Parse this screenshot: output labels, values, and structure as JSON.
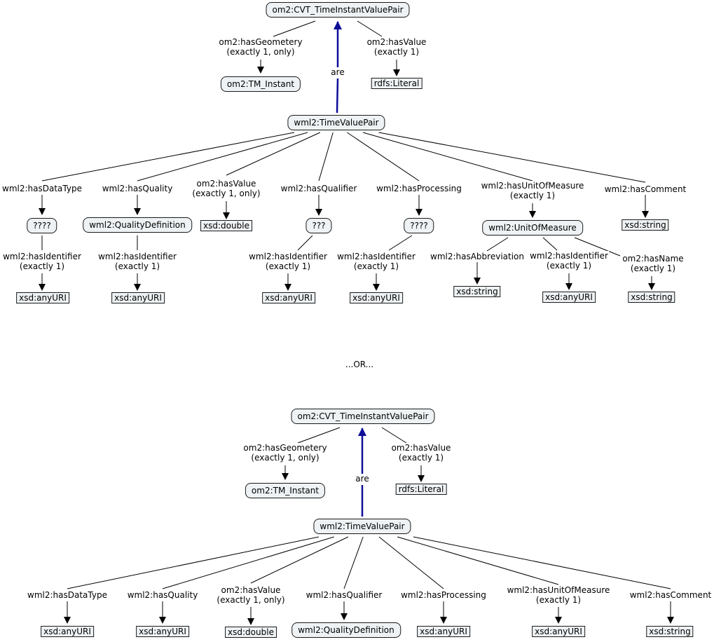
{
  "nodes": {
    "a_cvt": "om2:CVT_TimeInstantValuePair",
    "a_has_geometry": "om2:hasGeometery\n(exactly 1, only)",
    "a_has_value_top": "om2:hasValue\n(exactly 1)",
    "a_tm_instant": "om2:TM_Instant",
    "a_rdfs_literal": "rdfs:Literal",
    "a_are": "are",
    "a_tvp": "wml2:TimeValuePair",
    "a_has_datatype": "wml2:hasDataType",
    "a_has_quality": "wml2:hasQuality",
    "a_has_value": "om2:hasValue\n(exactly 1, only)",
    "a_has_qualifier": "wml2:hasQualifier",
    "a_has_processing": "wml2:hasProcessing",
    "a_has_uom": "wml2:hasUnitOfMeasure\n(exactly 1)",
    "a_has_comment": "wml2:hasComment",
    "a_q1": "????",
    "a_quality_def": "wml2:QualityDefinition",
    "a_xsd_double": "xsd:double",
    "a_q2": "???",
    "a_q3": "????",
    "a_uom": "wml2:UnitOfMeasure",
    "a_xsd_string_comment": "xsd:string",
    "a_hasid_1": "wml2:hasIdentifier\n(exactly 1)",
    "a_hasid_2": "wml2:hasIdentifier\n(exactly 1)",
    "a_hasid_3": "wml2:hasIdentifier\n(exactly 1)",
    "a_hasid_4": "wml2:hasIdentifier\n(exactly 1)",
    "a_has_abbrev": "wml2:hasAbbreviation",
    "a_hasid_5": "wml2:hasIdentifier\n(exactly 1)",
    "a_has_name": "om2:hasName\n(exactly 1)",
    "a_anyuri_1": "xsd:anyURI",
    "a_anyuri_2": "xsd:anyURI",
    "a_anyuri_3": "xsd:anyURI",
    "a_anyuri_4": "xsd:anyURI",
    "a_xsd_string_abbrev": "xsd:string",
    "a_anyuri_5": "xsd:anyURI",
    "a_xsd_string_name": "xsd:string",
    "separator": "...OR...",
    "b_cvt": "om2:CVT_TimeInstantValuePair",
    "b_has_geometry": "om2:hasGeometery\n(exactly 1, only)",
    "b_has_value_top": "om2:hasValue\n(exactly 1)",
    "b_tm_instant": "om2:TM_Instant",
    "b_rdfs_literal": "rdfs:Literal",
    "b_are": "are",
    "b_tvp": "wml2:TimeValuePair",
    "b_has_datatype": "wml2:hasDataType",
    "b_has_quality": "wml2:hasQuality",
    "b_has_value": "om2:hasValue\n(exactly 1, only)",
    "b_has_qualifier": "wml2:hasQualifier",
    "b_has_processing": "wml2:hasProcessing",
    "b_has_uom": "wml2:hasUnitOfMeasure\n(exactly 1)",
    "b_has_comment": "wml2:hasComment",
    "b_anyuri_datatype": "xsd:anyURI",
    "b_anyuri_quality": "xsd:anyURI",
    "b_xsd_double": "xsd:double",
    "b_quality_def": "wml2:QualityDefinition",
    "b_anyuri_processing": "xsd:anyURI",
    "b_anyuri_uom": "xsd:anyURI",
    "b_xsd_string_comment": "xsd:string"
  },
  "colors": {
    "node_fill": "#eef2f4",
    "border": "#1a1a1a",
    "line": "#000000",
    "are_link": "#0d0d99"
  }
}
